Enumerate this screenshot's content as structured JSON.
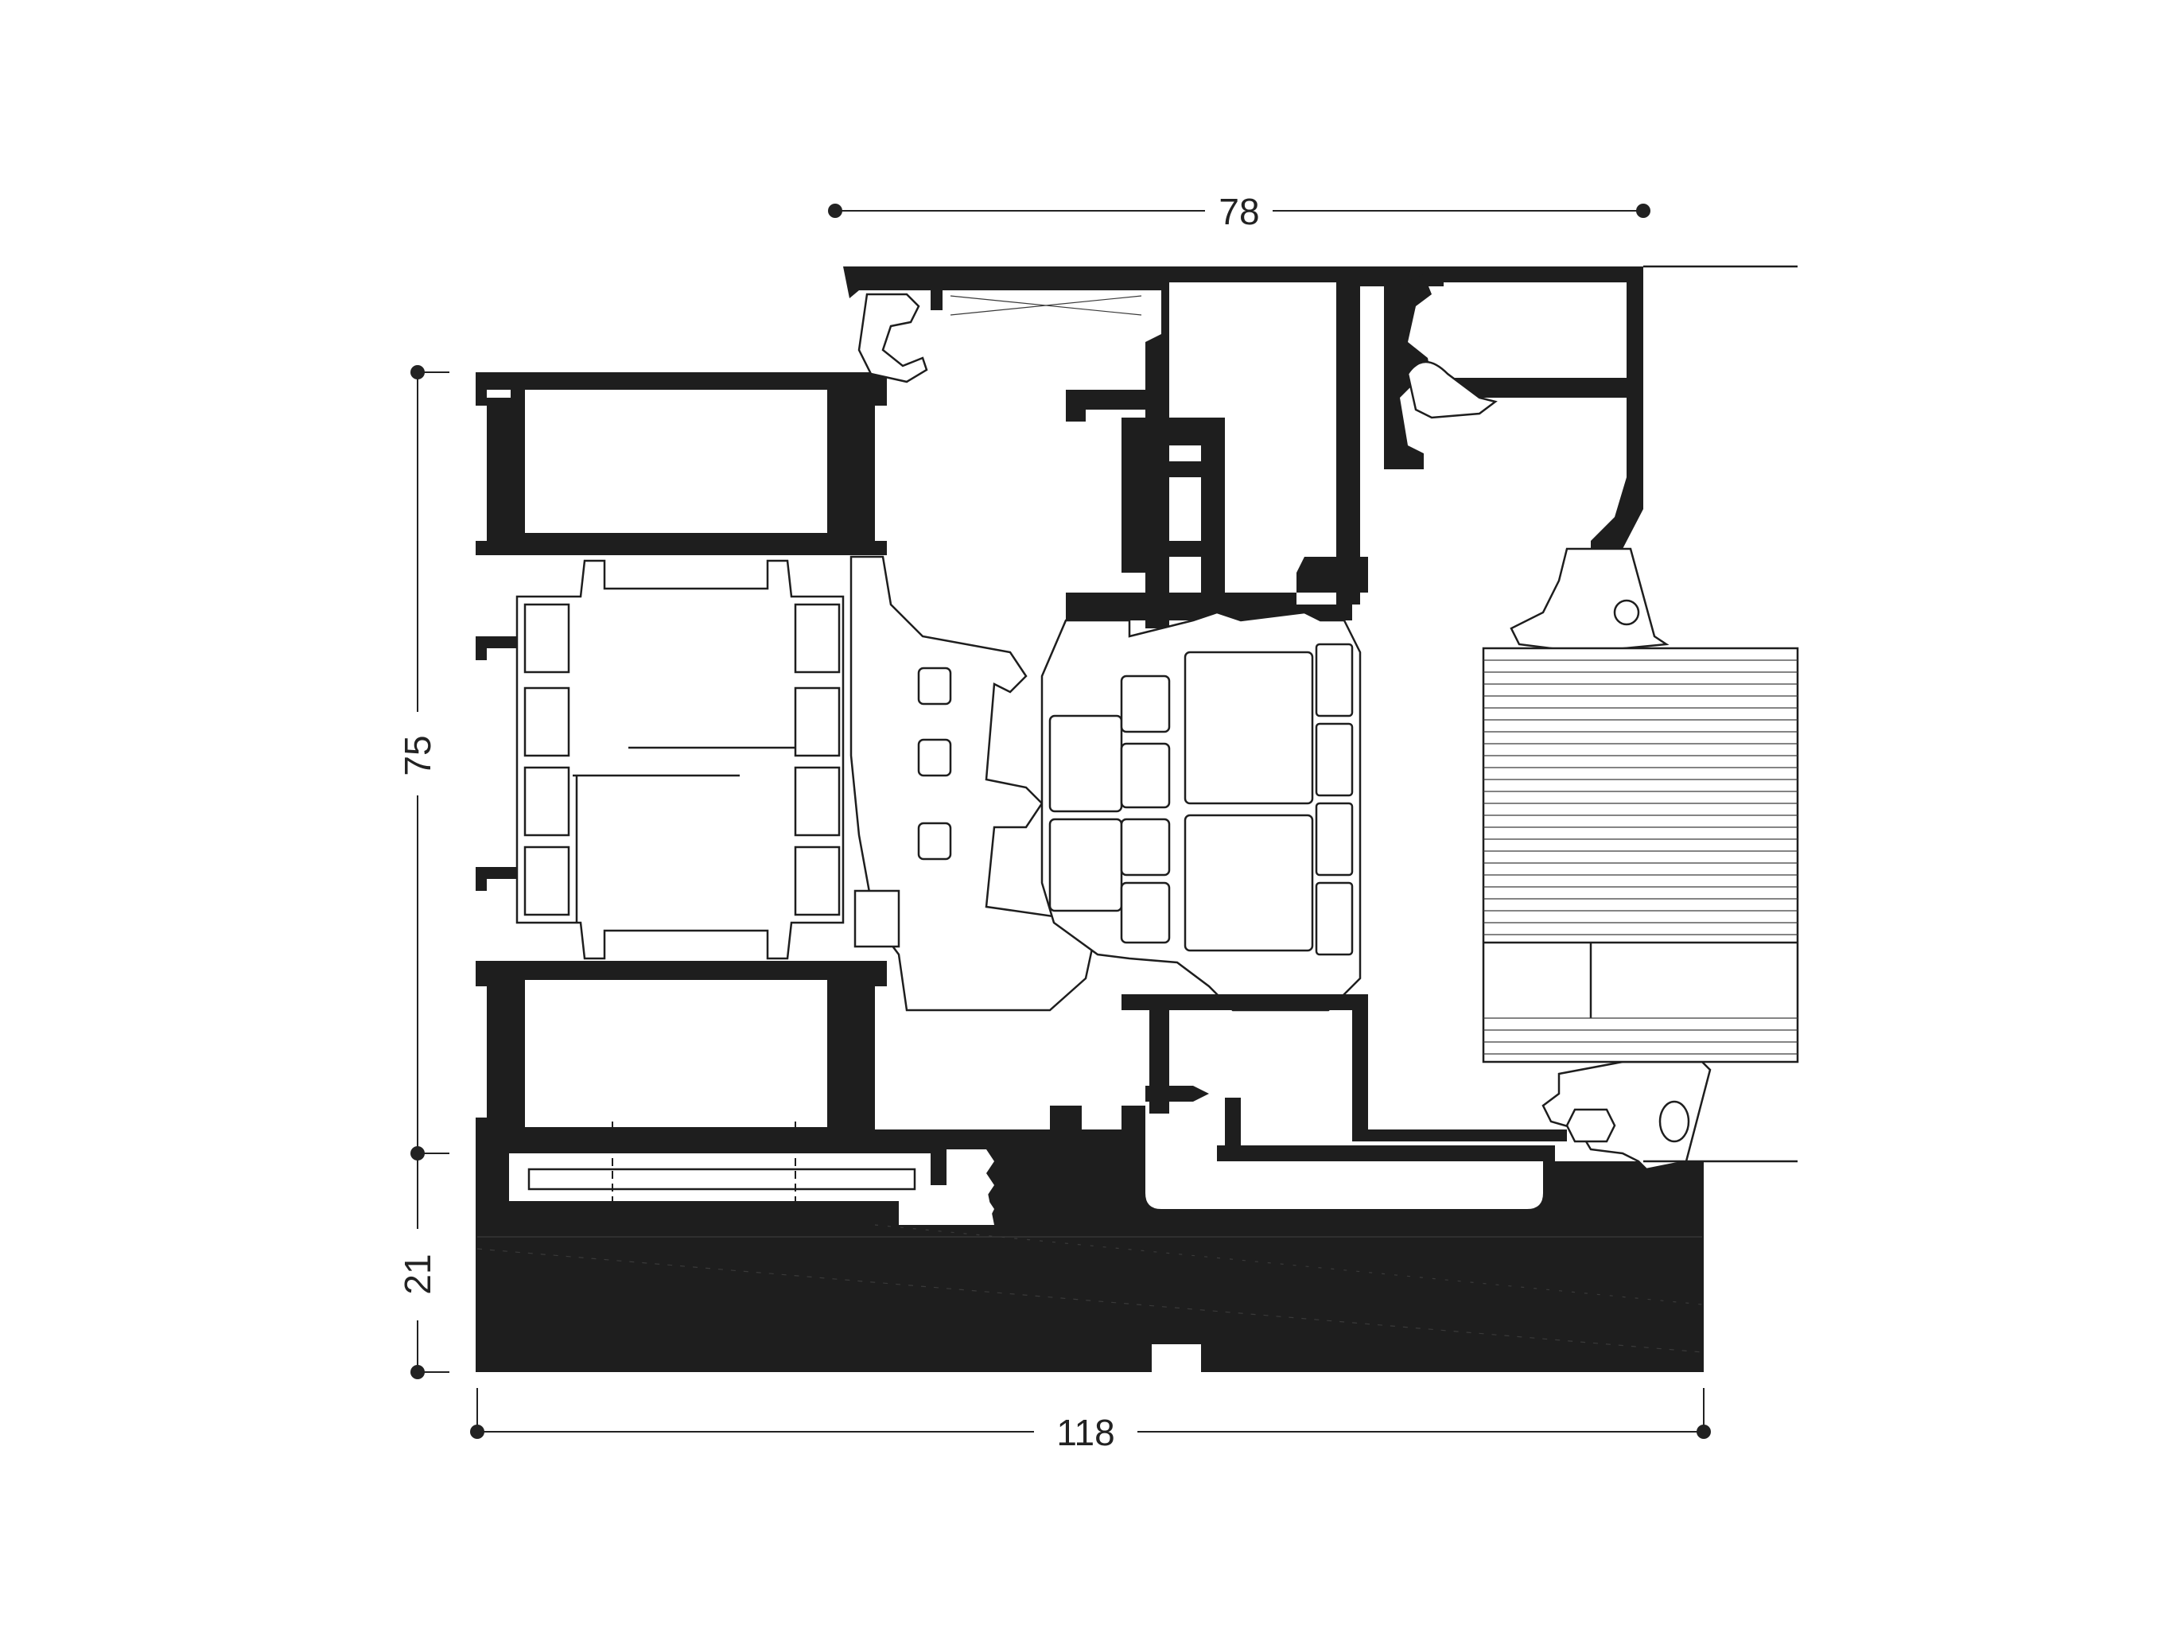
{
  "dimensions": {
    "top_width": "78",
    "overall_width": "118",
    "left_height": "75",
    "sill_height": "21"
  },
  "colors": {
    "profile": "#1e1e1e",
    "line": "#222222",
    "background": "#ffffff"
  }
}
